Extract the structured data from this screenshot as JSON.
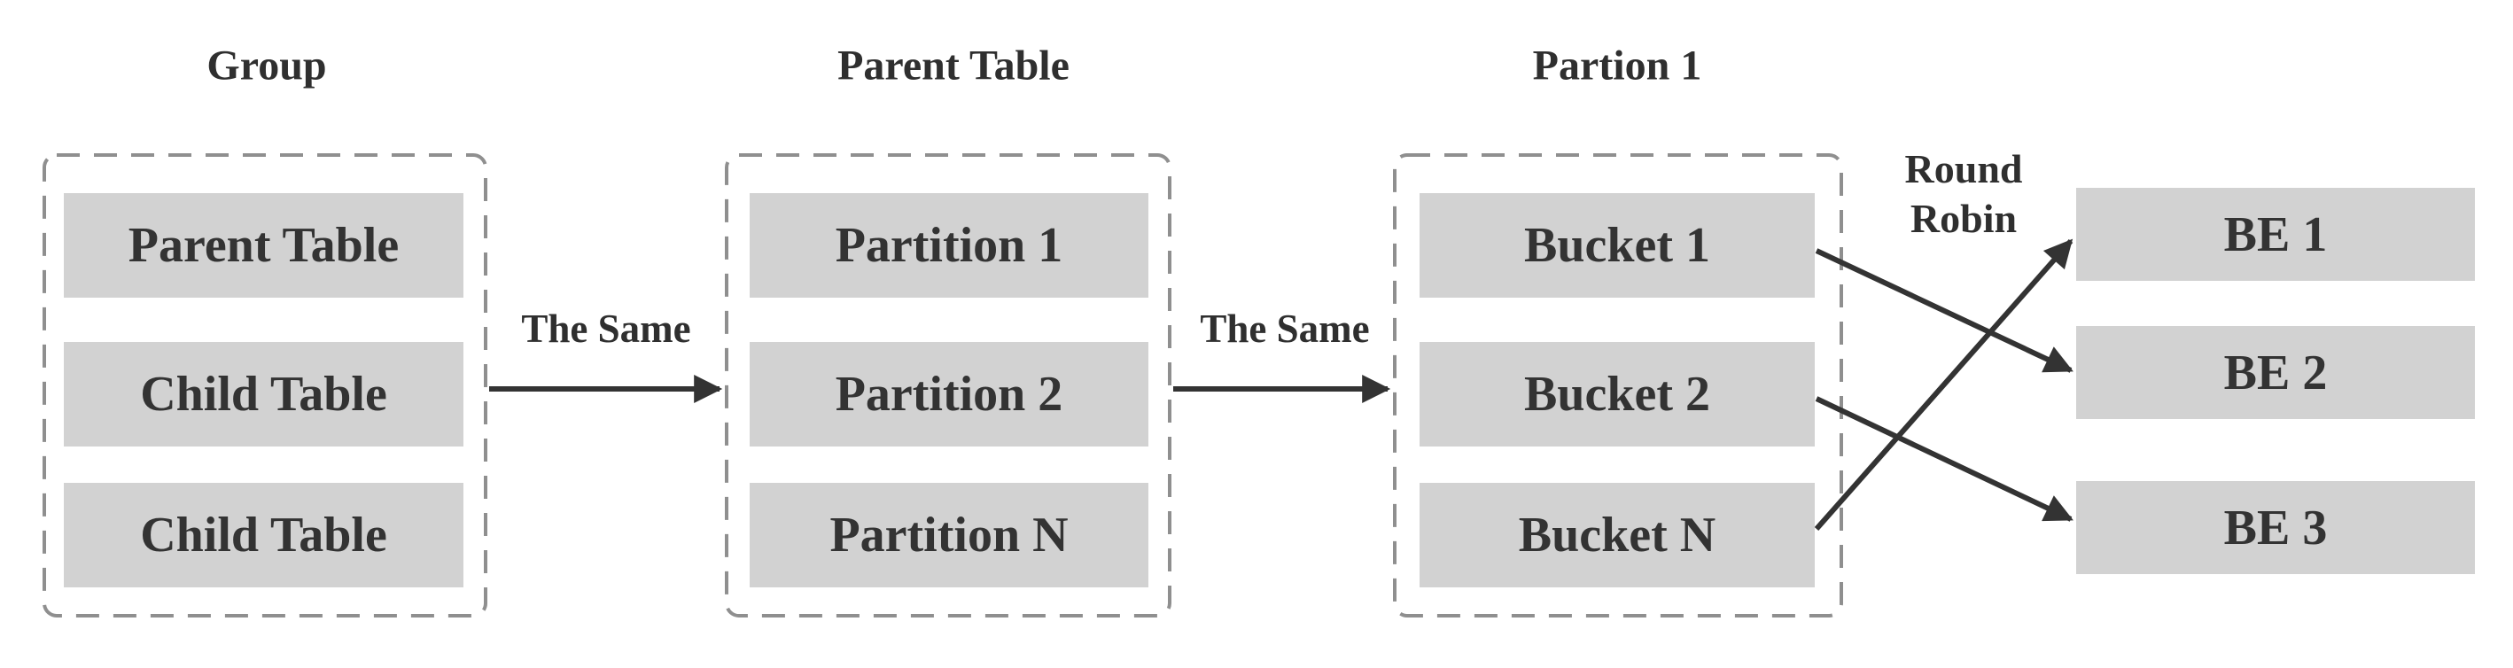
{
  "diagram": {
    "columns": [
      {
        "title": "Group",
        "items": [
          "Parent Table",
          "Child Table",
          "Child Table"
        ]
      },
      {
        "title": "Parent Table",
        "items": [
          "Partition 1",
          "Partition 2",
          "Partition N"
        ]
      },
      {
        "title": "Partion 1",
        "items": [
          "Bucket 1",
          "Bucket 2",
          "Bucket N"
        ]
      }
    ],
    "backends": [
      "BE 1",
      "BE 2",
      "BE 3"
    ],
    "flow_labels": [
      "The Same",
      "The Same"
    ],
    "round_robin": {
      "line1": "Round",
      "line2": "Robin"
    },
    "connections": [
      {
        "from": "Bucket 1",
        "to": "BE 2"
      },
      {
        "from": "Bucket 2",
        "to": "BE 3"
      },
      {
        "from": "Bucket N",
        "to": "BE 1"
      }
    ],
    "colors": {
      "background": "#ffffff",
      "box_fill": "#d2d2d2",
      "dashed_border": "#8f8f8f",
      "text": "#333333",
      "arrow": "#333333"
    }
  }
}
